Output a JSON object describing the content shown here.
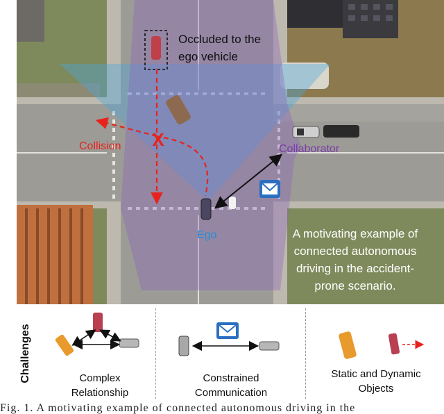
{
  "scene": {
    "occluded_label_line1": "Occluded to the",
    "occluded_label_line2": "ego vehicle",
    "collision_label": "Collision",
    "collaborator_label": "Collaborator",
    "ego_label": "Ego",
    "motivation_lines": [
      "A motivating example of",
      "connected autonomous",
      "driving in the accident-",
      "prone scenario."
    ],
    "collision_mark": "X",
    "colors": {
      "collision": "#e8231d",
      "collaborator": "#7a3aa8",
      "ego": "#1e8fd6",
      "ego_fov": "#4aa8e0",
      "collab_fov": "#8a5fc0"
    }
  },
  "challenges": {
    "title": "Challenges",
    "items": [
      {
        "line1": "Complex",
        "line2": "Relationship"
      },
      {
        "line1": "Constrained",
        "line2": "Communication"
      },
      {
        "line1": "Static and Dynamic",
        "line2": "Objects"
      }
    ]
  },
  "caption": "Fig. 1.   A motivating example of connected autonomous driving in the"
}
